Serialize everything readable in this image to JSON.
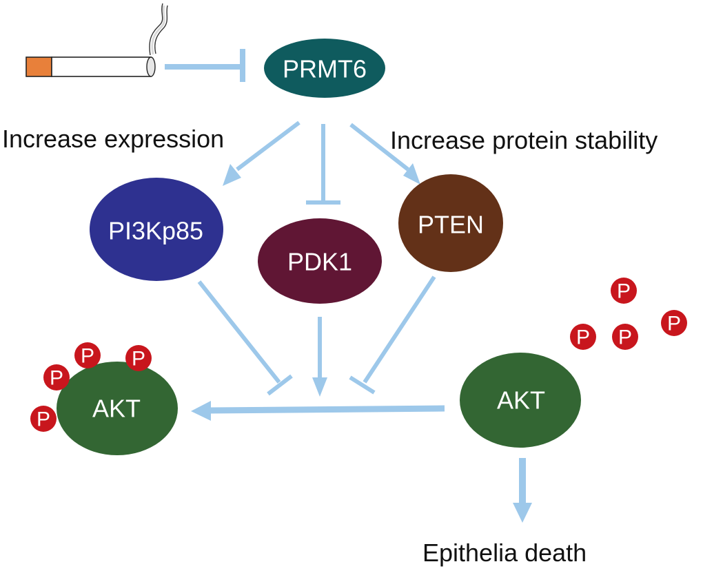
{
  "title": "PRMT6 regulation of AKT phosphorylation in cigarette-smoke exposed epithelia",
  "colors": {
    "edge": "#9dc8ea",
    "prmt6": "#0f5b5e",
    "pi3kp85": "#2e3190",
    "pdk1": "#601634",
    "pten": "#633118",
    "akt": "#336633",
    "phospho": "#c8161d",
    "cigarette_filter": "#e8803a"
  },
  "nodes": {
    "cigarette": {
      "label": "cigarette smoke",
      "icon": "cigarette-icon"
    },
    "prmt6": {
      "label": "PRMT6"
    },
    "pi3kp85": {
      "label": "PI3Kp85"
    },
    "pdk1": {
      "label": "PDK1"
    },
    "pten": {
      "label": "PTEN"
    },
    "akt_phospho": {
      "label": "AKT",
      "phospho_count": 4,
      "phospho_label": "P"
    },
    "akt": {
      "label": "AKT"
    },
    "free_phospho": {
      "label": "P",
      "count": 4
    }
  },
  "annotations": {
    "left": "Increase expression",
    "right": "Increase protein stability",
    "outcome": "Epithelia death"
  },
  "edges": [
    {
      "from": "cigarette",
      "to": "prmt6",
      "type": "inhibition"
    },
    {
      "from": "prmt6",
      "to": "pi3kp85",
      "type": "activation"
    },
    {
      "from": "prmt6",
      "to": "pdk1",
      "type": "inhibition"
    },
    {
      "from": "prmt6",
      "to": "pten",
      "type": "activation"
    },
    {
      "from": "pi3kp85",
      "to": "akt_phosphorylation",
      "type": "inhibition"
    },
    {
      "from": "pdk1",
      "to": "akt_phosphorylation",
      "type": "activation"
    },
    {
      "from": "pten",
      "to": "akt_phosphorylation",
      "type": "inhibition"
    },
    {
      "from": "akt",
      "to": "akt_phospho",
      "type": "activation"
    },
    {
      "from": "akt",
      "to": "epithelia_death",
      "type": "activation"
    }
  ]
}
